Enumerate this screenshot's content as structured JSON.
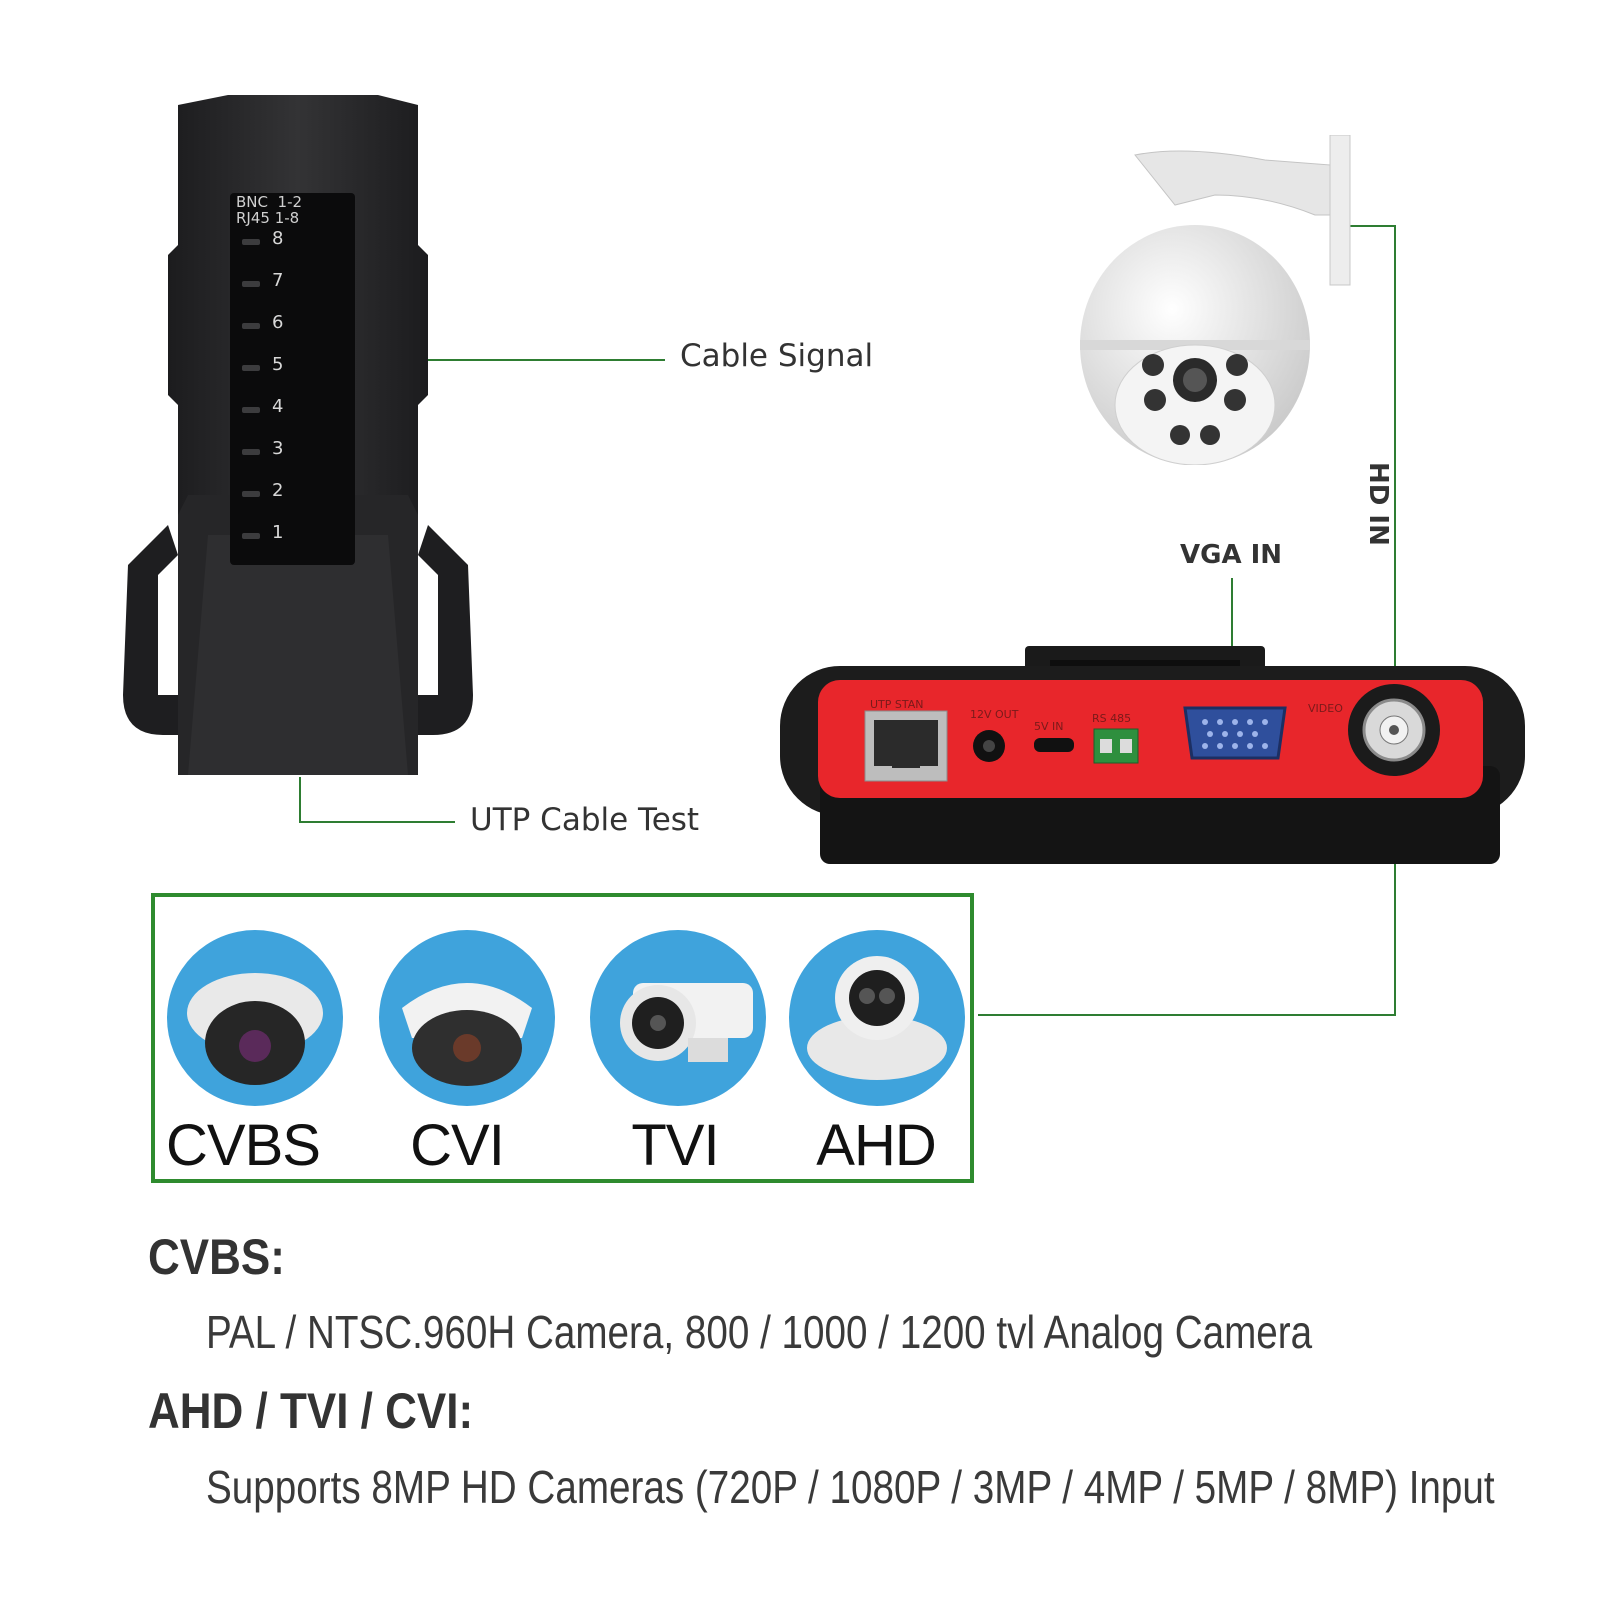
{
  "tester": {
    "panel_line1": "BNC  1-2",
    "panel_line2": "RJ45 1-8",
    "led_numbers": [
      "8",
      "7",
      "6",
      "5",
      "4",
      "3",
      "2",
      "1"
    ]
  },
  "callouts": {
    "cable_signal": "Cable Signal",
    "utp_cable_test": "UTP Cable Test",
    "vga_in": "VGA IN",
    "hd_in": "HD IN"
  },
  "device": {
    "port_labels": {
      "utp": "UTP STAN",
      "v12": "12V OUT",
      "v5": "5V IN",
      "rs485": "RS 485",
      "video": "VIDEO"
    }
  },
  "camera_types": [
    {
      "label": "CVBS"
    },
    {
      "label": "CVI"
    },
    {
      "label": "TVI"
    },
    {
      "label": "AHD"
    }
  ],
  "specs": [
    {
      "heading": "CVBS:",
      "text": "PAL / NTSC.960H Camera, 800 / 1000 / 1200 tvl Analog Camera"
    },
    {
      "heading": "AHD / TVI / CVI:",
      "text": "Supports 8MP HD Cameras (720P / 1080P / 3MP / 4MP / 5MP / 8MP) Input"
    }
  ],
  "colors": {
    "connector_line": "#2e7d32",
    "frame_green": "#2e8b2e",
    "device_red": "#e8262b",
    "camera_circle_blue": "#3fa3dc",
    "tester_body": "#2a2a2c"
  }
}
